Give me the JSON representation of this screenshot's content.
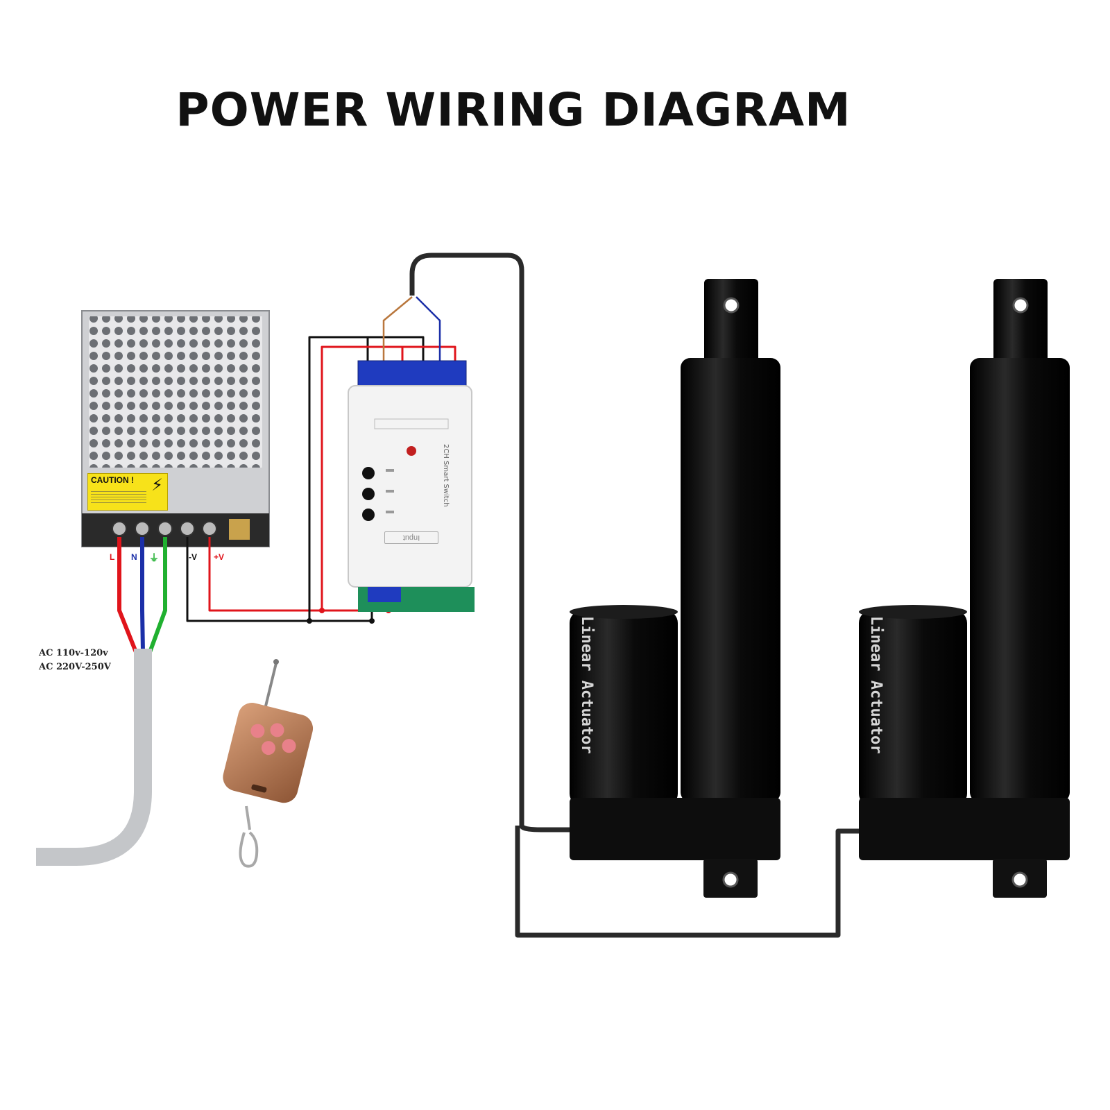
{
  "title": "POWER WIRING DIAGRAM",
  "ac_input": {
    "line1": "AC 110v-120v",
    "line2": "AC 220V-250V"
  },
  "power_supply": {
    "caution_title": "CAUTION !",
    "terminals": {
      "l": "L",
      "n": "N",
      "ground": "⏚",
      "neg": "-V",
      "pos": "+V"
    }
  },
  "controller": {
    "input_label": "Input",
    "side_text": "2CH Smart Switch"
  },
  "actuators": [
    {
      "label": "Linear Actuator"
    },
    {
      "label": "Linear Actuator"
    }
  ],
  "colors": {
    "live": "#e0141b",
    "neutral": "#1b2fa8",
    "earth": "#20b030",
    "dc_negative": "#111111",
    "dc_positive": "#e0141b",
    "motor_cable": "#2a2a2a",
    "actuator_body": "#0d0d0d",
    "remote": "#b97a4e"
  },
  "icons": [
    "power-supply-icon",
    "relay-module-icon",
    "remote-control-icon",
    "linear-actuator-icon"
  ]
}
